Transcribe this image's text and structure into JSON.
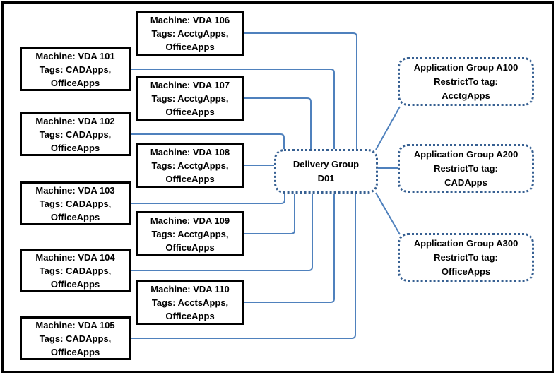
{
  "left_machines": [
    {
      "title": "Machine: VDA 101",
      "tags1": "Tags: CADApps,",
      "tags2": "OfficeApps"
    },
    {
      "title": "Machine: VDA 102",
      "tags1": "Tags: CADApps,",
      "tags2": "OfficeApps"
    },
    {
      "title": "Machine: VDA 103",
      "tags1": "Tags: CADApps,",
      "tags2": "OfficeApps"
    },
    {
      "title": "Machine: VDA 104",
      "tags1": "Tags: CADApps,",
      "tags2": "OfficeApps"
    },
    {
      "title": "Machine: VDA 105",
      "tags1": "Tags: CADApps,",
      "tags2": "OfficeApps"
    }
  ],
  "middle_machines": [
    {
      "title": "Machine: VDA 106",
      "tags1": "Tags: AcctgApps,",
      "tags2": "OfficeApps"
    },
    {
      "title": "Machine: VDA 107",
      "tags1": "Tags: AcctgApps,",
      "tags2": "OfficeApps"
    },
    {
      "title": "Machine: VDA 108",
      "tags1": "Tags: AcctgApps,",
      "tags2": "OfficeApps"
    },
    {
      "title": "Machine: VDA 109",
      "tags1": "Tags: AcctgApps,",
      "tags2": "OfficeApps"
    },
    {
      "title": "Machine: VDA 110",
      "tags1": "Tags: AcctsApps,",
      "tags2": "OfficeApps"
    }
  ],
  "delivery_group": {
    "name": "Delivery Group",
    "id": "D01"
  },
  "app_groups": [
    {
      "title": "Application Group A100",
      "restrict": "RestrictTo tag:",
      "tag": "AcctgApps"
    },
    {
      "title": "Application Group A200",
      "restrict": "RestrictTo tag:",
      "tag": "CADApps"
    },
    {
      "title": "Application Group A300",
      "restrict": "RestrictTo tag:",
      "tag": "OfficeApps"
    }
  ],
  "colors": {
    "connector": "#4f81bd",
    "dotted_border": "#376092",
    "solid_border": "#000000",
    "background": "#ffffff",
    "text": "#000000"
  }
}
